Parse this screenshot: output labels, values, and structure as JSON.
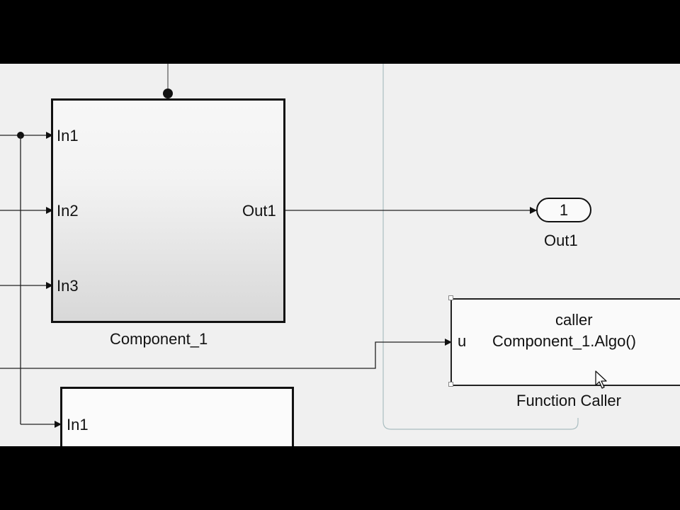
{
  "component_1": {
    "title": "Component_1",
    "inputs": [
      "In1",
      "In2",
      "In3"
    ],
    "output": "Out1"
  },
  "component_2": {
    "inputs": [
      "In1"
    ]
  },
  "outport": {
    "number": "1",
    "label": "Out1"
  },
  "function_caller": {
    "header": "caller",
    "call": "Component_1.Algo()",
    "port": "u",
    "title": "Function Caller"
  }
}
